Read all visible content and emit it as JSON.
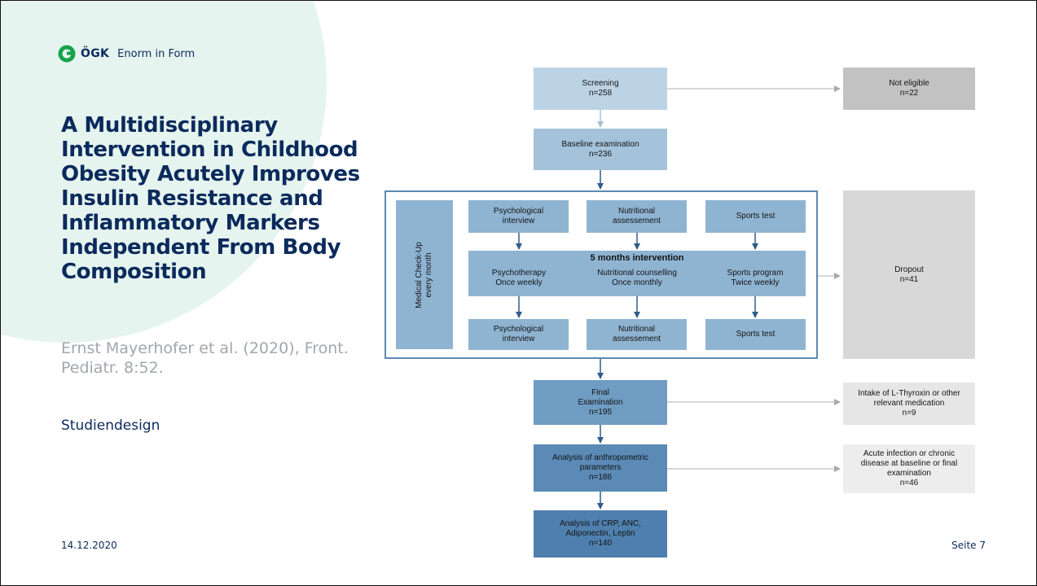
{
  "header": {
    "brand": "ÖGK",
    "tagline": "Enorm in Form"
  },
  "title": "A Multidisciplinary Intervention in Childhood Obesity Acutely Improves Insulin Resistance and Inflammatory Markers Independent From Body Composition",
  "citation": "Ernst Mayerhofer et al. (2020), Front. Pediatr. 8:52.",
  "section_label": "Studiendesign",
  "footer": {
    "date": "14.12.2020",
    "page": "Seite 7"
  },
  "colors": {
    "brand_navy": "#0b2a5c",
    "logo_green": "#17a34a",
    "frame_blue": "#5c8ab3"
  },
  "flowchart": {
    "screening": "Screening\nn=258",
    "not_eligible": "Not eligible\nn=22",
    "baseline": "Baseline examination\nn=236",
    "medical_checkup": "Medical Check-Up\nevery month",
    "pre_tests": {
      "psych": "Psychological\ninterview",
      "nutri": "Nutritional\nassessement",
      "sport": "Sports test"
    },
    "intervention": {
      "title": "5 months intervention",
      "psych": "Psychotherapy\nOnce weekly",
      "nutri": "Nutritional counselling\nOnce monthly",
      "sport": "Sports program\nTwice weekly"
    },
    "post_tests": {
      "psych": "Psychological\ninterview",
      "nutri": "Nutritional\nassessement",
      "sport": "Sports test"
    },
    "dropout": "Dropout\nn=41",
    "final": "Final\nExamination\nn=195",
    "thyroxin": "Intake of L-Thyroxin or other\nrelevant medication\nn=9",
    "anthropometric": "Analysis of anthropometric\nparameters\nn=186",
    "infection": "Acute infection or chronic\ndisease at baseline or final\nexamination\nn=46",
    "crp": "Analysis of CRP, ANC,\nAdiponectin, Leptin\nn=140"
  }
}
